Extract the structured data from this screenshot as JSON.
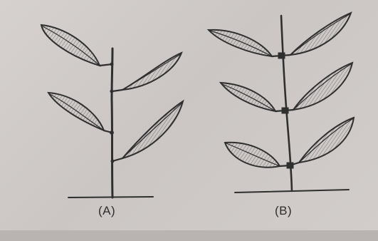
{
  "figures": [
    {
      "id": "A",
      "label": "(A)",
      "phyllotaxy_note": "alternate"
    },
    {
      "id": "B",
      "label": "(B)",
      "phyllotaxy_note": "opposite"
    }
  ],
  "colors": {
    "ink": "#2f2f2f",
    "paper": "#d3cecc"
  }
}
